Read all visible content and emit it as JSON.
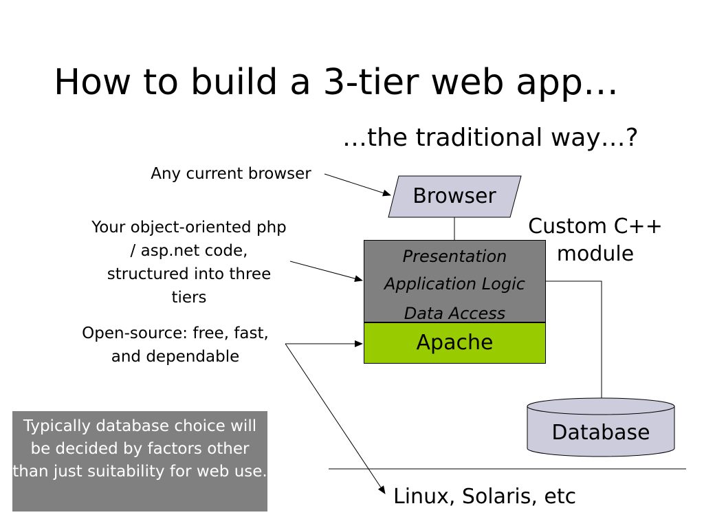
{
  "slide": {
    "title": "How to build a 3-tier web app…",
    "subtitle": "…the traditional way…?"
  },
  "notes": {
    "browser": "Any current browser",
    "code": "Your object-oriented php / asp.net code, structured into three tiers",
    "open_source": "Open-source: free, fast, and dependable",
    "custom_module": "Custom C++ module",
    "os": "Linux, Solaris, etc"
  },
  "diagram": {
    "browser": "Browser",
    "layers": [
      "Presentation",
      "Application Logic",
      "Data Access"
    ],
    "apache": "Apache",
    "database": "Database"
  },
  "callout": {
    "text": "Typically database choice will be decided by factors other than just suitability for web use."
  },
  "colors": {
    "shape_fill": "#ccccdd",
    "stack_fill": "#808080",
    "apache_fill": "#99cc00",
    "callout_fill": "#808080",
    "callout_text": "#ffffff"
  }
}
